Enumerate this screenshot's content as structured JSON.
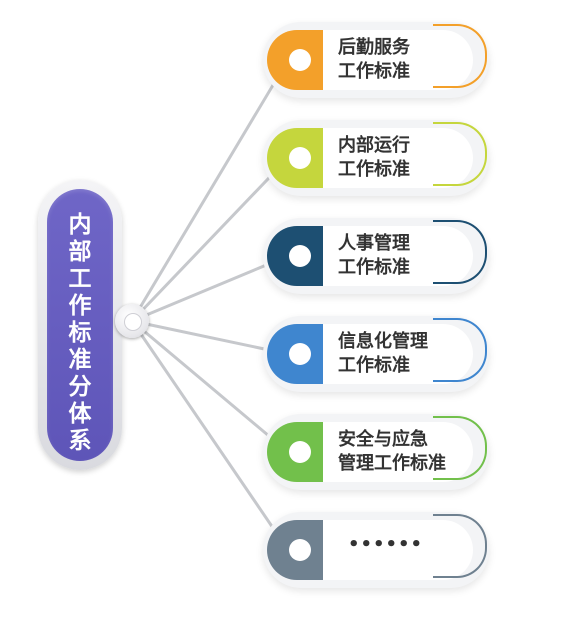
{
  "root": {
    "label": "内部工作标准分体系",
    "color": "#5e55b8"
  },
  "items": [
    {
      "line1": "后勤服务",
      "line2": "工作标准",
      "color": "#f3a02a",
      "arc_color": "#f3a02a"
    },
    {
      "line1": "内部运行",
      "line2": "工作标准",
      "color": "#c5d63d",
      "arc_color": "#c5d63d"
    },
    {
      "line1": "人事管理",
      "line2": "工作标准",
      "color": "#1d4f72",
      "arc_color": "#1d4f72"
    },
    {
      "line1": "信息化管理",
      "line2": "工作标准",
      "color": "#3f86cf",
      "arc_color": "#3f86cf"
    },
    {
      "line1": "安全与应急",
      "line2": "管理工作标准",
      "color": "#72c04b",
      "arc_color": "#72c04b"
    },
    {
      "text": "••••••",
      "color": "#6f8190",
      "arc_color": "#6f8190"
    }
  ]
}
